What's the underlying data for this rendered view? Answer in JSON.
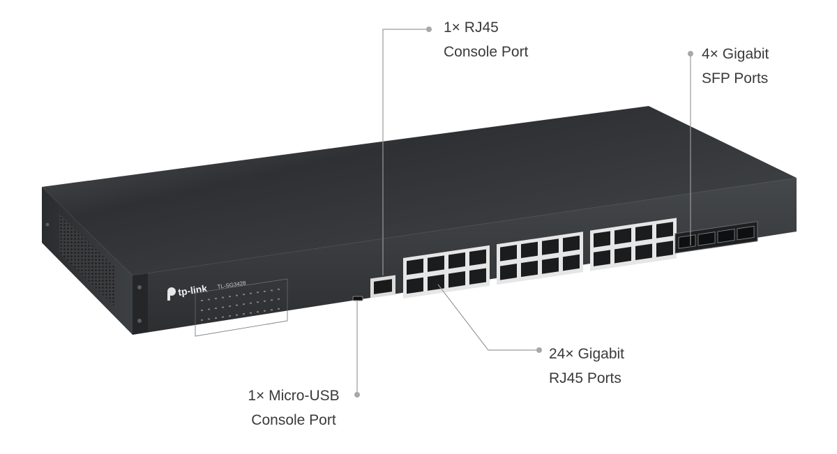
{
  "brand": {
    "logo_text": "tp-link",
    "model": "TL-SG3428"
  },
  "callouts": {
    "console_rj45": {
      "line1": "1× RJ45",
      "line2": "Console Port"
    },
    "sfp": {
      "line1": "4× Gigabit",
      "line2": "SFP Ports"
    },
    "rj45_ports": {
      "line1": "24× Gigabit",
      "line2": "RJ45 Ports"
    },
    "micro_usb": {
      "line1": "1× Micro-USB",
      "line2": "Console Port"
    }
  },
  "colors": {
    "leader_line": "#9a9a9a",
    "leader_dot": "#a8a8a8",
    "label_text": "#3a3a3a",
    "chassis_top": "#2b2d2f",
    "chassis_front": "#3a3c3e",
    "port_frame": "#e6e6e6"
  },
  "ports": {
    "rj45_count": 24,
    "sfp_count": 4
  }
}
